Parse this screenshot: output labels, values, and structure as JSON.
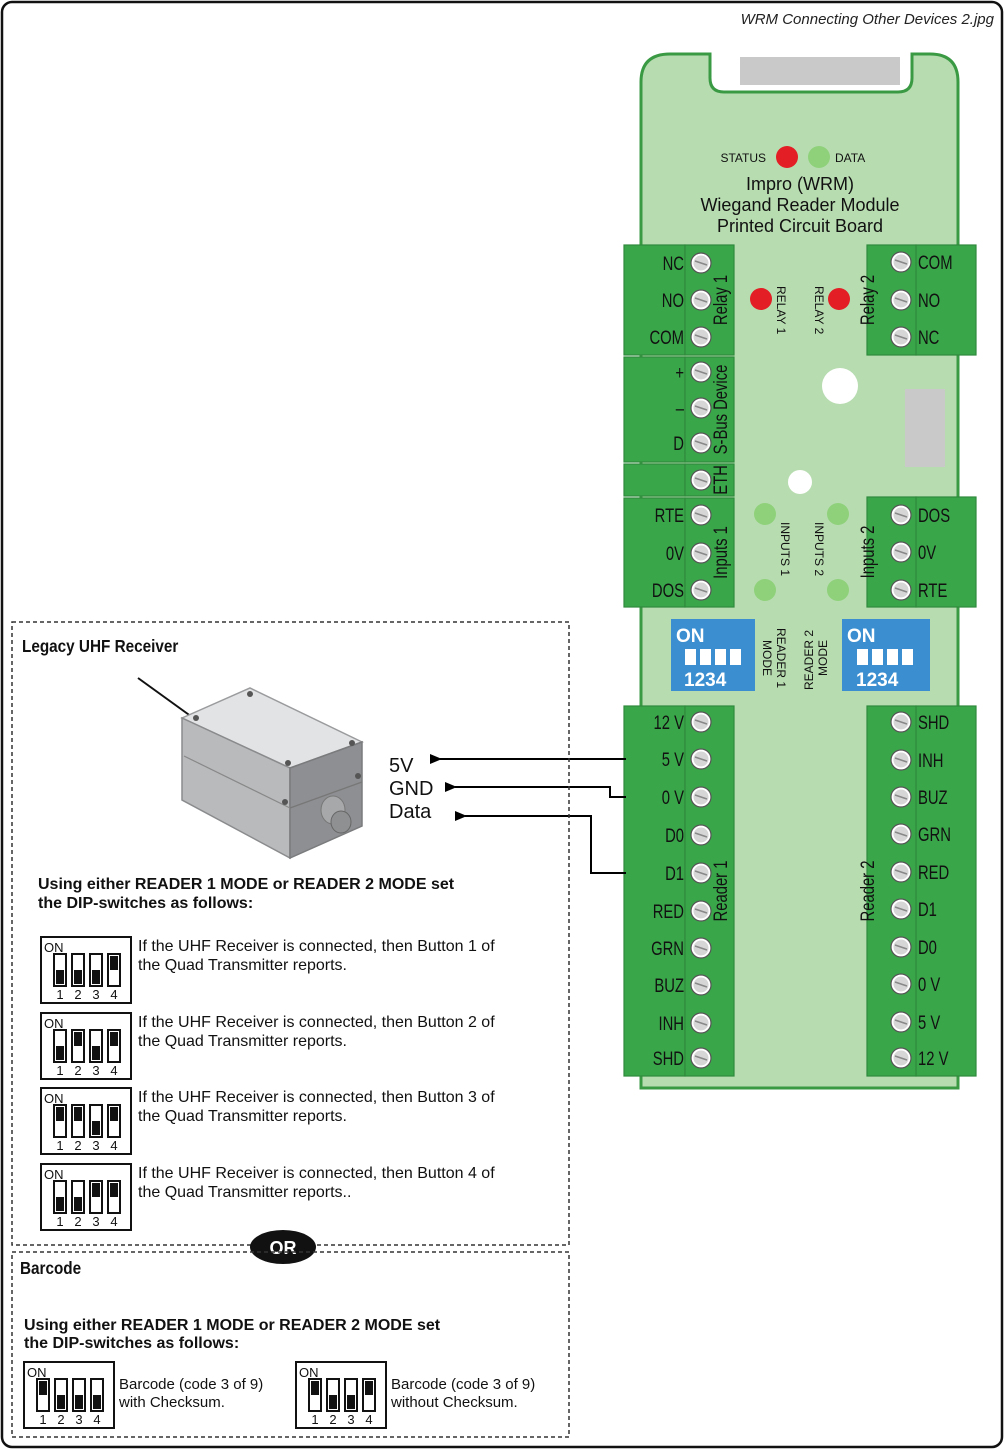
{
  "file_label": "WRM Connecting Other Devices 2.jpg",
  "board": {
    "status_label": "STATUS",
    "data_label": "DATA",
    "title_lines": [
      "Impro (WRM)",
      "Wiegand Reader Module",
      "Printed Circuit Board"
    ],
    "relay1": {
      "name": "Relay 1",
      "pins": [
        "NC",
        "NO",
        "COM"
      ],
      "led_label": "RELAY 1"
    },
    "relay2": {
      "name": "Relay 2",
      "pins": [
        "COM",
        "NO",
        "NC"
      ],
      "led_label": "RELAY 2"
    },
    "sbus": {
      "name": "S-Bus Device",
      "pins": [
        "+",
        "–",
        "D"
      ]
    },
    "eth": {
      "name": "ETH"
    },
    "inputs1": {
      "name": "Inputs 1",
      "pins": [
        "RTE",
        "0V",
        "DOS"
      ],
      "led_label": "INPUTS 1"
    },
    "inputs2": {
      "name": "Inputs 2",
      "pins": [
        "DOS",
        "0V",
        "RTE"
      ],
      "led_label": "INPUTS 2"
    },
    "dip_on": "ON",
    "dip_numbers": "1234",
    "reader1_mode_lines": [
      "READER 1",
      "MODE"
    ],
    "reader2_mode_lines": [
      "READER 2",
      "MODE"
    ],
    "reader1": {
      "name": "Reader 1",
      "pins": [
        "12 V",
        "5 V",
        "0 V",
        "D0",
        "D1",
        "RED",
        "GRN",
        "BUZ",
        "INH",
        "SHD"
      ]
    },
    "reader2": {
      "name": "Reader 2",
      "pins": [
        "SHD",
        "INH",
        "BUZ",
        "GRN",
        "RED",
        "D1",
        "D0",
        "0 V",
        "5 V",
        "12 V"
      ]
    },
    "colors": {
      "board": "#b7dcb0",
      "board_border": "#3a9a44",
      "terminal": "#3aa64a",
      "led_red": "#e31e24",
      "led_green": "#8fd17a",
      "dip": "#3b8fd0"
    }
  },
  "wires": {
    "labels": [
      "5V",
      "GND",
      "Data"
    ]
  },
  "legacy_uhf": {
    "title": "Legacy UHF Receiver",
    "instruction_lines": [
      "Using either READER 1 MODE or READER 2 MODE set",
      "the DIP-switches as follows:"
    ],
    "settings": [
      {
        "lines": [
          "If the UHF Receiver is connected, then Button 1 of",
          "the Quad Transmitter reports."
        ],
        "switches_on": [
          false,
          false,
          false,
          true
        ]
      },
      {
        "lines": [
          "If the UHF Receiver is connected, then Button 2 of",
          "the Quad Transmitter reports."
        ],
        "switches_on": [
          false,
          true,
          false,
          true
        ]
      },
      {
        "lines": [
          "If the UHF Receiver is connected, then Button 3 of",
          "the Quad Transmitter reports."
        ],
        "switches_on": [
          true,
          true,
          false,
          true
        ]
      },
      {
        "lines": [
          "If the UHF Receiver is connected, then Button 4 of",
          "the Quad Transmitter reports.."
        ],
        "switches_on": [
          false,
          false,
          true,
          true
        ]
      }
    ]
  },
  "or_label": "OR",
  "barcode": {
    "title": "Barcode",
    "instruction_lines": [
      "Using either READER 1 MODE or READER 2 MODE set",
      "the DIP-switches as follows:"
    ],
    "settings": [
      {
        "lines": [
          "Barcode (code 3 of 9)",
          "with Checksum."
        ],
        "switches_on": [
          true,
          false,
          false,
          false
        ]
      },
      {
        "lines": [
          "Barcode (code 3 of 9)",
          "without Checksum."
        ],
        "switches_on": [
          true,
          false,
          false,
          true
        ]
      }
    ],
    "dip_on": "ON",
    "dip_numbers": [
      "1",
      "2",
      "3",
      "4"
    ]
  }
}
